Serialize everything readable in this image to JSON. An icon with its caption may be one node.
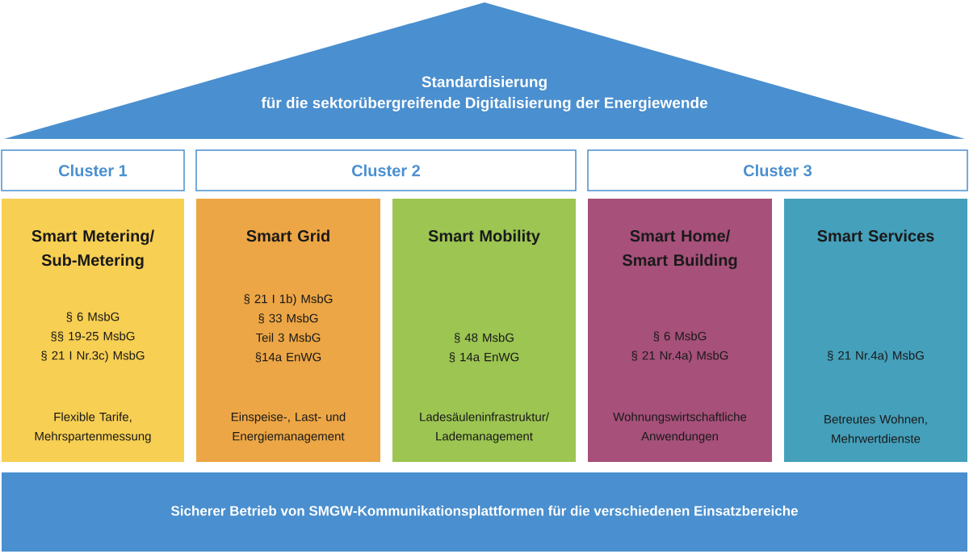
{
  "diagram": {
    "nodes": [
      {
        "text": [
          "Standardisierung",
          "für die sektorübergreifende Digitalisierung der Energiewende"
        ]
      },
      {
        "text": [
          "Cluster 1"
        ]
      },
      {
        "text": [
          "Cluster 2"
        ]
      },
      {
        "text": [
          "Cluster 3"
        ]
      },
      {
        "text": [
          "Smart Metering/ Sub-Metering",
          "§ 6 MsbG",
          "§§ 19-25 MsbG",
          "§ 21 I Nr.3c) MsbG",
          "Flexible Tarife, Mehrspartenmessung"
        ]
      },
      {
        "text": [
          "Smart Grid",
          "§ 21 I 1b) MsbG",
          "§ 33 MsbG",
          "Teil 3 MsbG",
          "§14a EnWG",
          "Einspeise-, Last- und Energiemanagement"
        ]
      },
      {
        "text": [
          "Smart Mobility",
          "§ 48 MsbG",
          "§ 14a EnWG",
          "Ladesäuleninfrastruktur/ Lademanagement"
        ]
      },
      {
        "text": [
          "Smart Home/ Smart Building",
          "§ 6 MsbG",
          "§ 21 Nr.4a) MsbG",
          "Wohnungswirtschaftliche Anwendungen"
        ]
      },
      {
        "text": [
          "Smart Services",
          "§ 21 Nr.4a) MsbG",
          "Betreutes Wohnen, Mehrwertdienste"
        ]
      },
      {
        "text": [
          "Sicherer Betrieb von SMGW-Kommunikationsplattformen für die verschiedenen Einsatzbereiche"
        ]
      }
    ]
  }
}
